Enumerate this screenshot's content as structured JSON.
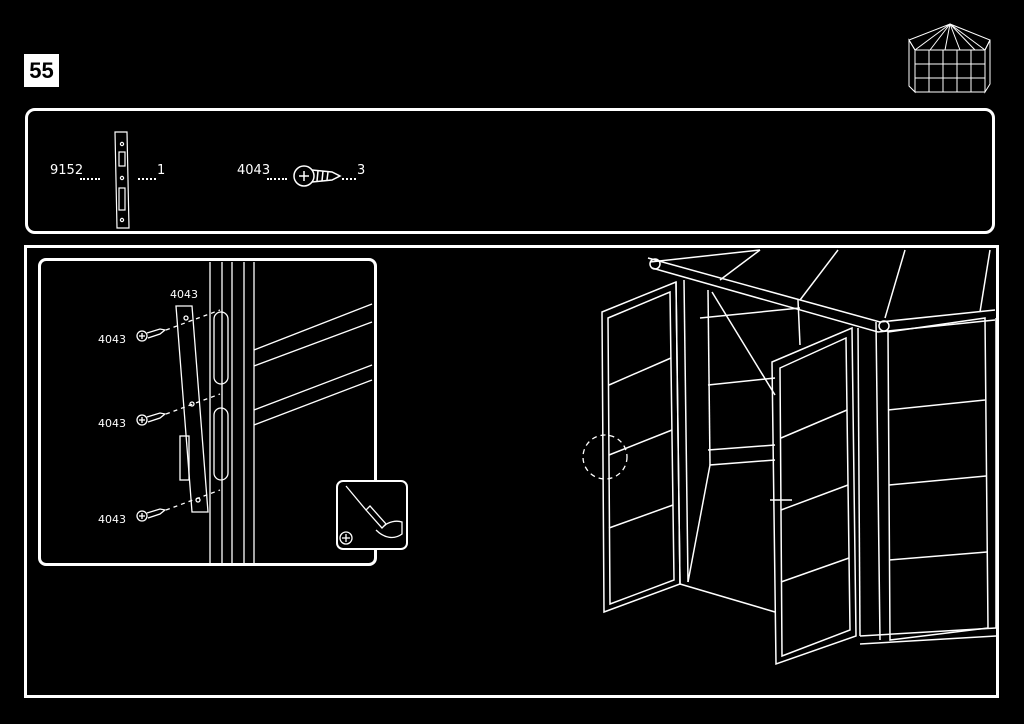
{
  "step": {
    "number": "55"
  },
  "parts": [
    {
      "code": "9152",
      "qty": "1"
    },
    {
      "code": "4043",
      "qty": "3"
    }
  ],
  "detail": {
    "callouts": [
      "4043",
      "4043",
      "4043",
      "4043"
    ]
  },
  "tool": {
    "icon": "screwdriver-icon",
    "mark": "plus-circle-icon"
  },
  "colors": {
    "background": "#000000",
    "line": "#ffffff"
  }
}
